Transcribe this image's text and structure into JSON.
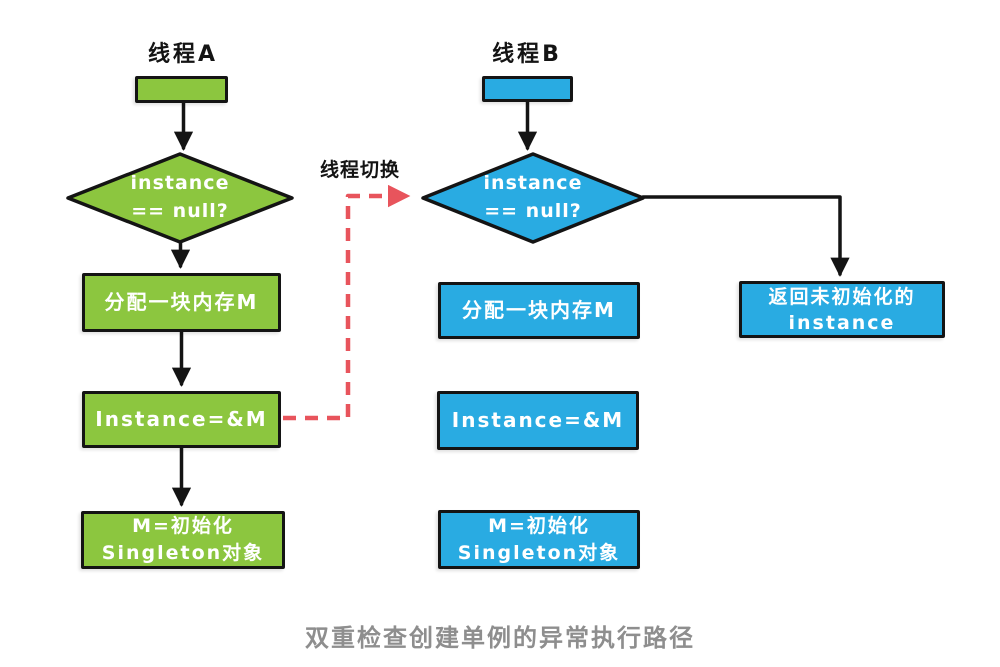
{
  "caption": "双重检查创建单例的异常执行路径",
  "labels": {
    "thread_switch": "线程切换"
  },
  "colors": {
    "green": "#8CC63F",
    "blue": "#29ABE2",
    "red": "#E8545C",
    "line": "#141414",
    "gray": "#8E8E8E"
  },
  "thread_a": {
    "title": "线程A",
    "decision": "instance\n== null?",
    "alloc": "分配一块内存M",
    "assign": "Instance=&M",
    "init": "M=初始化\nSingleton对象"
  },
  "thread_b": {
    "title": "线程B",
    "decision": "instance\n== null?",
    "alloc": "分配一块内存M",
    "assign": "Instance=&M",
    "init": "M=初始化\nSingleton对象",
    "return": "返回未初始化的\ninstance"
  }
}
